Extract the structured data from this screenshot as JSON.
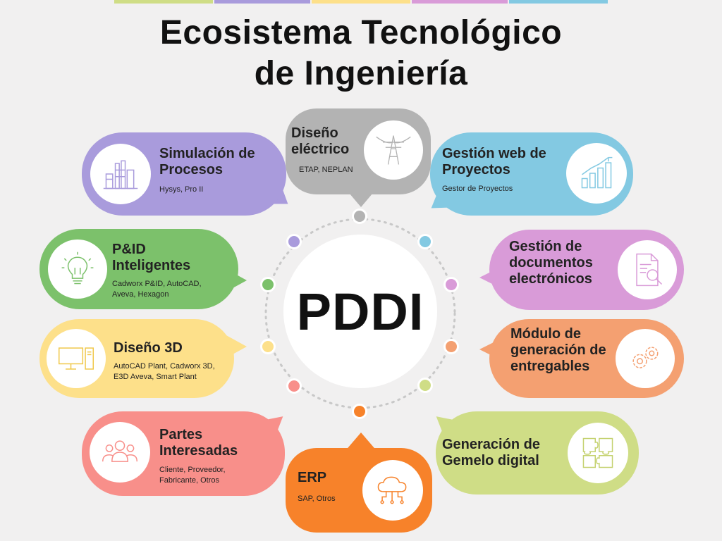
{
  "title": {
    "line1": "Ecosistema Tecnológico",
    "line2": "de Ingeniería"
  },
  "center": {
    "label": "PDDI"
  },
  "colors": {
    "purple": "#a99bdc",
    "gray": "#b3b3b3",
    "blue": "#83c9e2",
    "pink": "#d99bd8",
    "green": "#7cc16b",
    "orange_light": "#f4a071",
    "yellow": "#fde08a",
    "red": "#f88f8a",
    "orange": "#f7822a",
    "lime": "#cfdd86"
  },
  "nodes": {
    "simulacion": {
      "title": "Simulación de Procesos",
      "sub": "Hysys, Pro II",
      "icon": "refinery-icon"
    },
    "electrico": {
      "title": "Diseño eléctrico",
      "sub": "ETAP, NEPLAN",
      "icon": "power-tower-icon"
    },
    "gestion_web": {
      "title": "Gestión web de Proyectos",
      "sub": "Gestor de Proyectos",
      "icon": "growth-chart-icon"
    },
    "pid": {
      "title": "P&ID Inteligentes",
      "sub": "Cadworx P&ID, AutoCAD, Aveva, Hexagon",
      "icon": "lightbulb-icon"
    },
    "documentos": {
      "title": "Gestión de documentos electrónicos",
      "sub": "",
      "icon": "document-search-icon"
    },
    "diseno3d": {
      "title": "Diseño 3D",
      "sub": "AutoCAD Plant, Cadworx 3D, E3D Aveva, Smart Plant",
      "icon": "computer-icon"
    },
    "entregables": {
      "title": "Módulo de generación de entregables",
      "sub": "",
      "icon": "gears-icon"
    },
    "partes": {
      "title": "Partes Interesadas",
      "sub": "Cliente, Proveedor, Fabricante, Otros",
      "icon": "people-icon"
    },
    "erp": {
      "title": "ERP",
      "sub": "SAP, Otros",
      "icon": "cloud-network-icon"
    },
    "gemelo": {
      "title": "Generación de Gemelo digital",
      "sub": "",
      "icon": "puzzle-icon"
    }
  }
}
